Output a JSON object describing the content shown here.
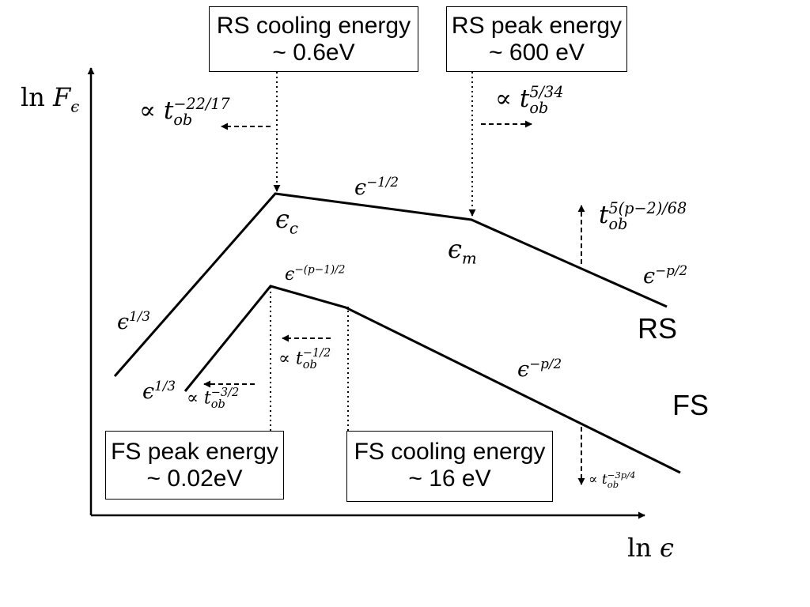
{
  "axes": {
    "y_label": {
      "prefix": "ln",
      "symbol": "F",
      "sub": "ϵ"
    },
    "x_label": {
      "prefix": "ln",
      "symbol": "ϵ"
    }
  },
  "boxes": {
    "rs_cooling": {
      "title": "RS cooling energy",
      "value": "~ 0.6eV"
    },
    "rs_peak": {
      "title": "RS peak energy",
      "value": "~ 600 eV"
    },
    "fs_peak": {
      "title": "FS peak energy",
      "value": "~ 0.02eV"
    },
    "fs_cooling": {
      "title": "FS cooling energy",
      "value": "~ 16 eV"
    }
  },
  "curve_labels": {
    "rs": "RS",
    "fs": "FS"
  },
  "segment_labels": {
    "rs_low": {
      "base": "ϵ",
      "exp": "1/3"
    },
    "rs_mid": {
      "base": "ϵ",
      "exp": "−1/2"
    },
    "rs_high": {
      "base": "ϵ",
      "exp": "−p/2"
    },
    "fs_low": {
      "base": "ϵ",
      "exp": "1/3"
    },
    "fs_mid": {
      "base": "ϵ",
      "exp": "−(p−1)/2"
    },
    "fs_high": {
      "base": "ϵ",
      "exp": "−p/2"
    }
  },
  "break_labels": {
    "eps_c": {
      "base": "ϵ",
      "sub": "c"
    },
    "eps_m": {
      "base": "ϵ",
      "sub": "m"
    }
  },
  "scalings": {
    "rs_cooling": {
      "prop": "∝",
      "base": "t",
      "sub": "ob",
      "exp": "−22/17"
    },
    "rs_peak": {
      "prop": "∝",
      "base": "t",
      "sub": "ob",
      "exp": "5/34"
    },
    "rs_flux": {
      "base": "t",
      "sub": "ob",
      "exp": "5(p−2)/68"
    },
    "fs_cooling": {
      "prop": "∝",
      "base": "t",
      "sub": "ob",
      "exp": "−1/2"
    },
    "fs_peak": {
      "prop": "∝",
      "base": "t",
      "sub": "ob",
      "exp": "−3/2"
    },
    "fs_flux": {
      "prop": "∝",
      "base": "t",
      "sub": "ob",
      "exp": "−3p/4"
    }
  }
}
